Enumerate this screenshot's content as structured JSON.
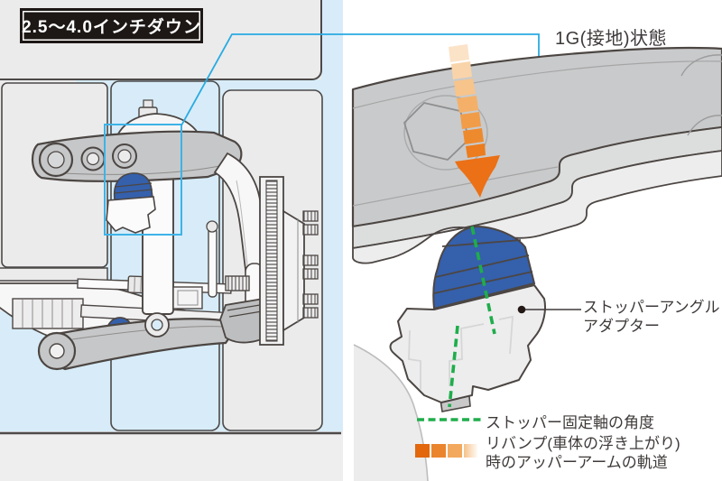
{
  "title_box": {
    "label": "2.5〜4.0インチダウン"
  },
  "annotations": {
    "state_label": "1G(接地)状態",
    "adapter_label_line1": "ストッパーアングル",
    "adapter_label_line2": "アダプター"
  },
  "legend": {
    "axis": {
      "label": "ストッパー固定軸の角度",
      "line_color": "#1fad4b",
      "style": "dashed"
    },
    "rebound": {
      "label_line1": "リバンプ(車体の浮き上がり)",
      "label_line2": "時のアッパーアームの軌道",
      "swatch_colors": [
        "#e2670d",
        "#ea852e",
        "#f2a95e",
        "#f6c089"
      ]
    }
  },
  "colors": {
    "page_background": "#ffffff",
    "panel_gray": "#ebebec",
    "backdrop_blue": "#d7ecf8",
    "outline": "#4c4643",
    "part_gray": "#c6c7c8",
    "arm_dark": "#c9cacb",
    "arm_mid": "#dcdddd",
    "arm_light": "#ededee",
    "stopper_blue": "#3560ac",
    "callout_blue": "#29abe2",
    "leader_dot_blue": "#29abe2",
    "green_dash": "#1fad4b",
    "arrow_orange": "#ec7c1d",
    "title_background": "#1d1816",
    "title_text": "#ffffff",
    "label_text": "#3e3a39"
  }
}
